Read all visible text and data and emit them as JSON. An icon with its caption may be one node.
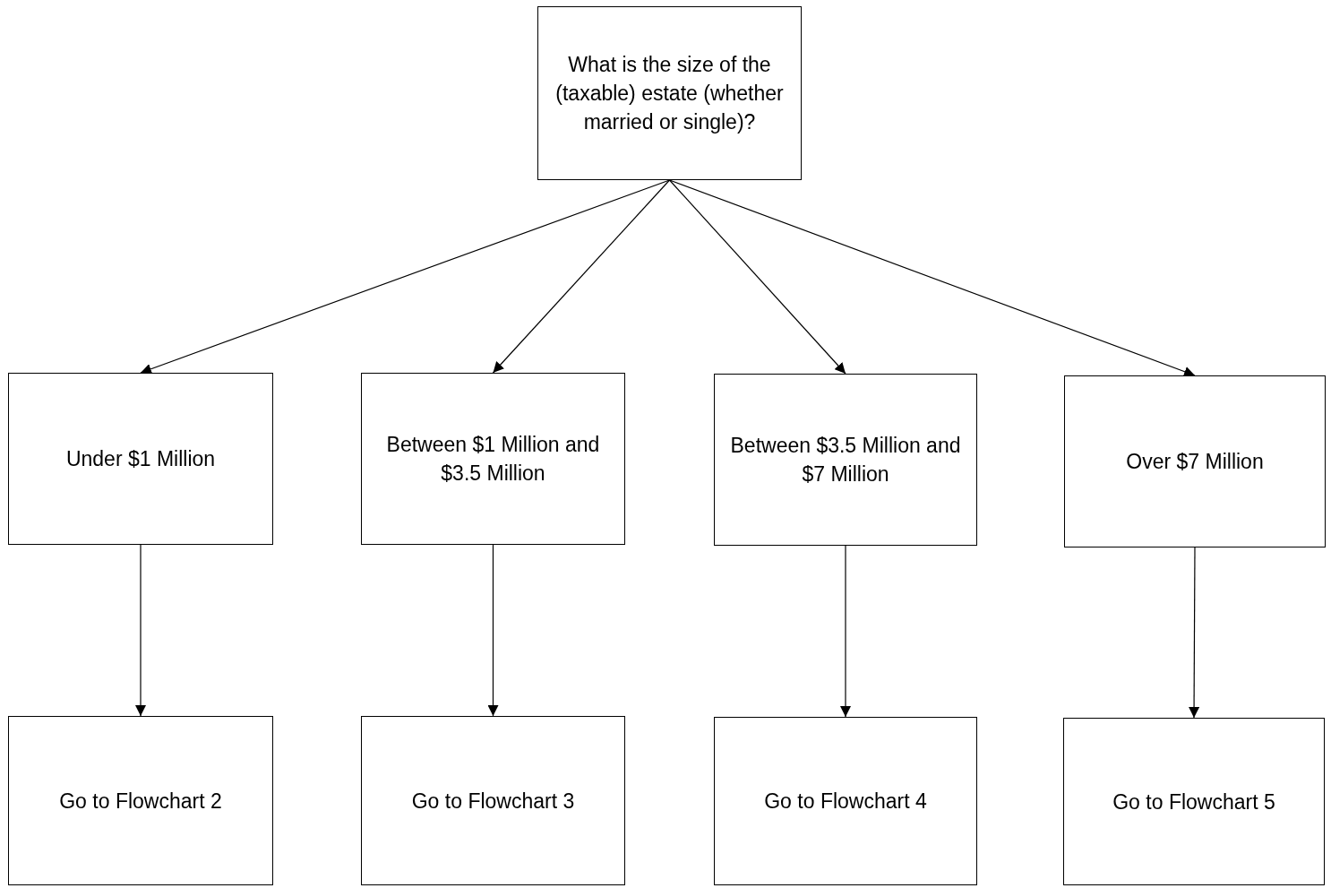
{
  "diagram": {
    "nodes": [
      {
        "text": [
          "What is the size of the (taxable) estate (whether married or single)?"
        ]
      },
      {
        "text": [
          "Under $1 Million"
        ]
      },
      {
        "text": [
          "Between $1 Million and $3.5 Million"
        ]
      },
      {
        "text": [
          "Between $3.5 Million and $7 Million"
        ]
      },
      {
        "text": [
          "Over $7 Million"
        ]
      },
      {
        "text": [
          "Go to Flowchart 2"
        ]
      },
      {
        "text": [
          "Go to Flowchart 3"
        ]
      },
      {
        "text": [
          "Go to Flowchart 4"
        ]
      },
      {
        "text": [
          "Go to Flowchart 5"
        ]
      }
    ],
    "edges": [
      {
        "from": 0,
        "to": 1,
        "arrow": "to"
      },
      {
        "from": 0,
        "to": 2,
        "arrow": "to"
      },
      {
        "from": 0,
        "to": 3,
        "arrow": "to"
      },
      {
        "from": 0,
        "to": 4,
        "arrow": "to"
      },
      {
        "from": 1,
        "to": 5,
        "arrow": "to"
      },
      {
        "from": 2,
        "to": 6,
        "arrow": "to"
      },
      {
        "from": 3,
        "to": 7,
        "arrow": "to"
      },
      {
        "from": 4,
        "to": 8,
        "arrow": "to"
      }
    ]
  }
}
